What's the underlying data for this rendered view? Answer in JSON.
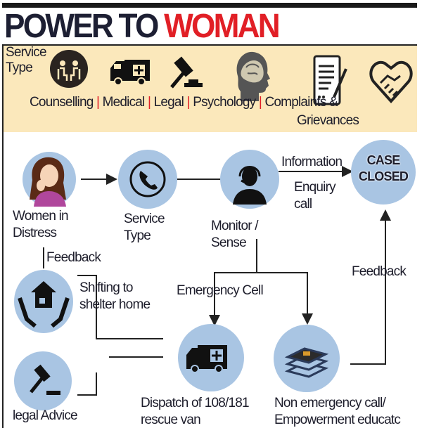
{
  "title": {
    "part1": "POWER TO",
    "part2": "WOMAN"
  },
  "colors": {
    "title_dark": "#1d1f33",
    "title_accent": "#e11f26",
    "band": "#fbe8bb",
    "circle": "#a9c5e3"
  },
  "service_band": {
    "heading_line1": "Service",
    "heading_line2": "Type",
    "types": [
      {
        "label": "Counselling",
        "icon": "counselling-icon"
      },
      {
        "label": "Medical",
        "icon": "ambulance-icon"
      },
      {
        "label": "Legal",
        "icon": "gavel-icon"
      },
      {
        "label": "Psychology",
        "icon": "brain-head-icon"
      },
      {
        "label": "Complaints &",
        "label2": "Grievances",
        "icon": "document-pen-icon"
      },
      {
        "label": "",
        "icon": "heart-handshake-icon"
      }
    ],
    "separator": "|"
  },
  "flow": {
    "women": {
      "line1": "Women in",
      "line2": "Distress"
    },
    "service_type": {
      "line1": "Service",
      "line2": "Type"
    },
    "monitor": {
      "line1": "Monitor /",
      "line2": "Sense"
    },
    "information": "Information",
    "enquiry": {
      "line1": "Enquiry",
      "line2": "call"
    },
    "case_closed": {
      "line1": "CASE",
      "line2": "CLOSED"
    },
    "feedback_left": "Feedback",
    "shelter": {
      "line1": "Shifting to",
      "line2": "shelter home"
    },
    "emergency_cell": "Emergency Cell",
    "feedback_right": "Feedback",
    "dispatch": {
      "line1": "Dispatch of 108/181",
      "line2": "rescue van"
    },
    "non_emergency": {
      "line1": "Non emergency call/",
      "line2": "Empowerment educatc"
    },
    "legal_advice": "legal Advice"
  }
}
